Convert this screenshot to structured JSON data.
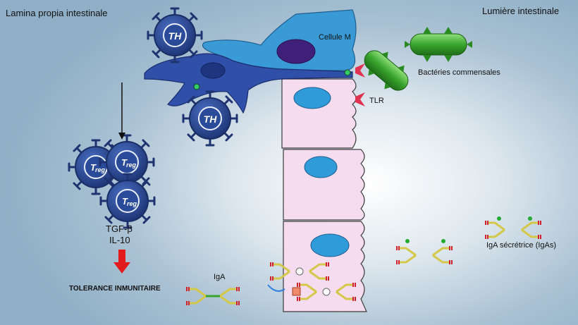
{
  "labels": {
    "lamina_propria": "Lamina propia intestinale",
    "lumen": "Lumière intestinale",
    "m_cell": "Cellule M",
    "bacteria": "Bactéries commensales",
    "tlr": "TLR",
    "tgf_beta": "TGF-β",
    "il10": "IL-10",
    "tolerance": "TOLERANCE INMUNITAIRE",
    "iga": "IgA",
    "igas": "IgA sécrétrice (IgAs)"
  },
  "cells": {
    "th": "TH",
    "treg_main": "T",
    "treg_sub": "reg"
  },
  "colors": {
    "tcell": "#2e4fa0",
    "dendritic": "#2f4fa8",
    "m_cell": "#3a9ad6",
    "epithelium": "#f6dcef",
    "nucleus": "#2f9bd8",
    "bacteria": "#3aa52e",
    "tlr": "#e0334f",
    "arrow_red": "#e31b1b"
  }
}
